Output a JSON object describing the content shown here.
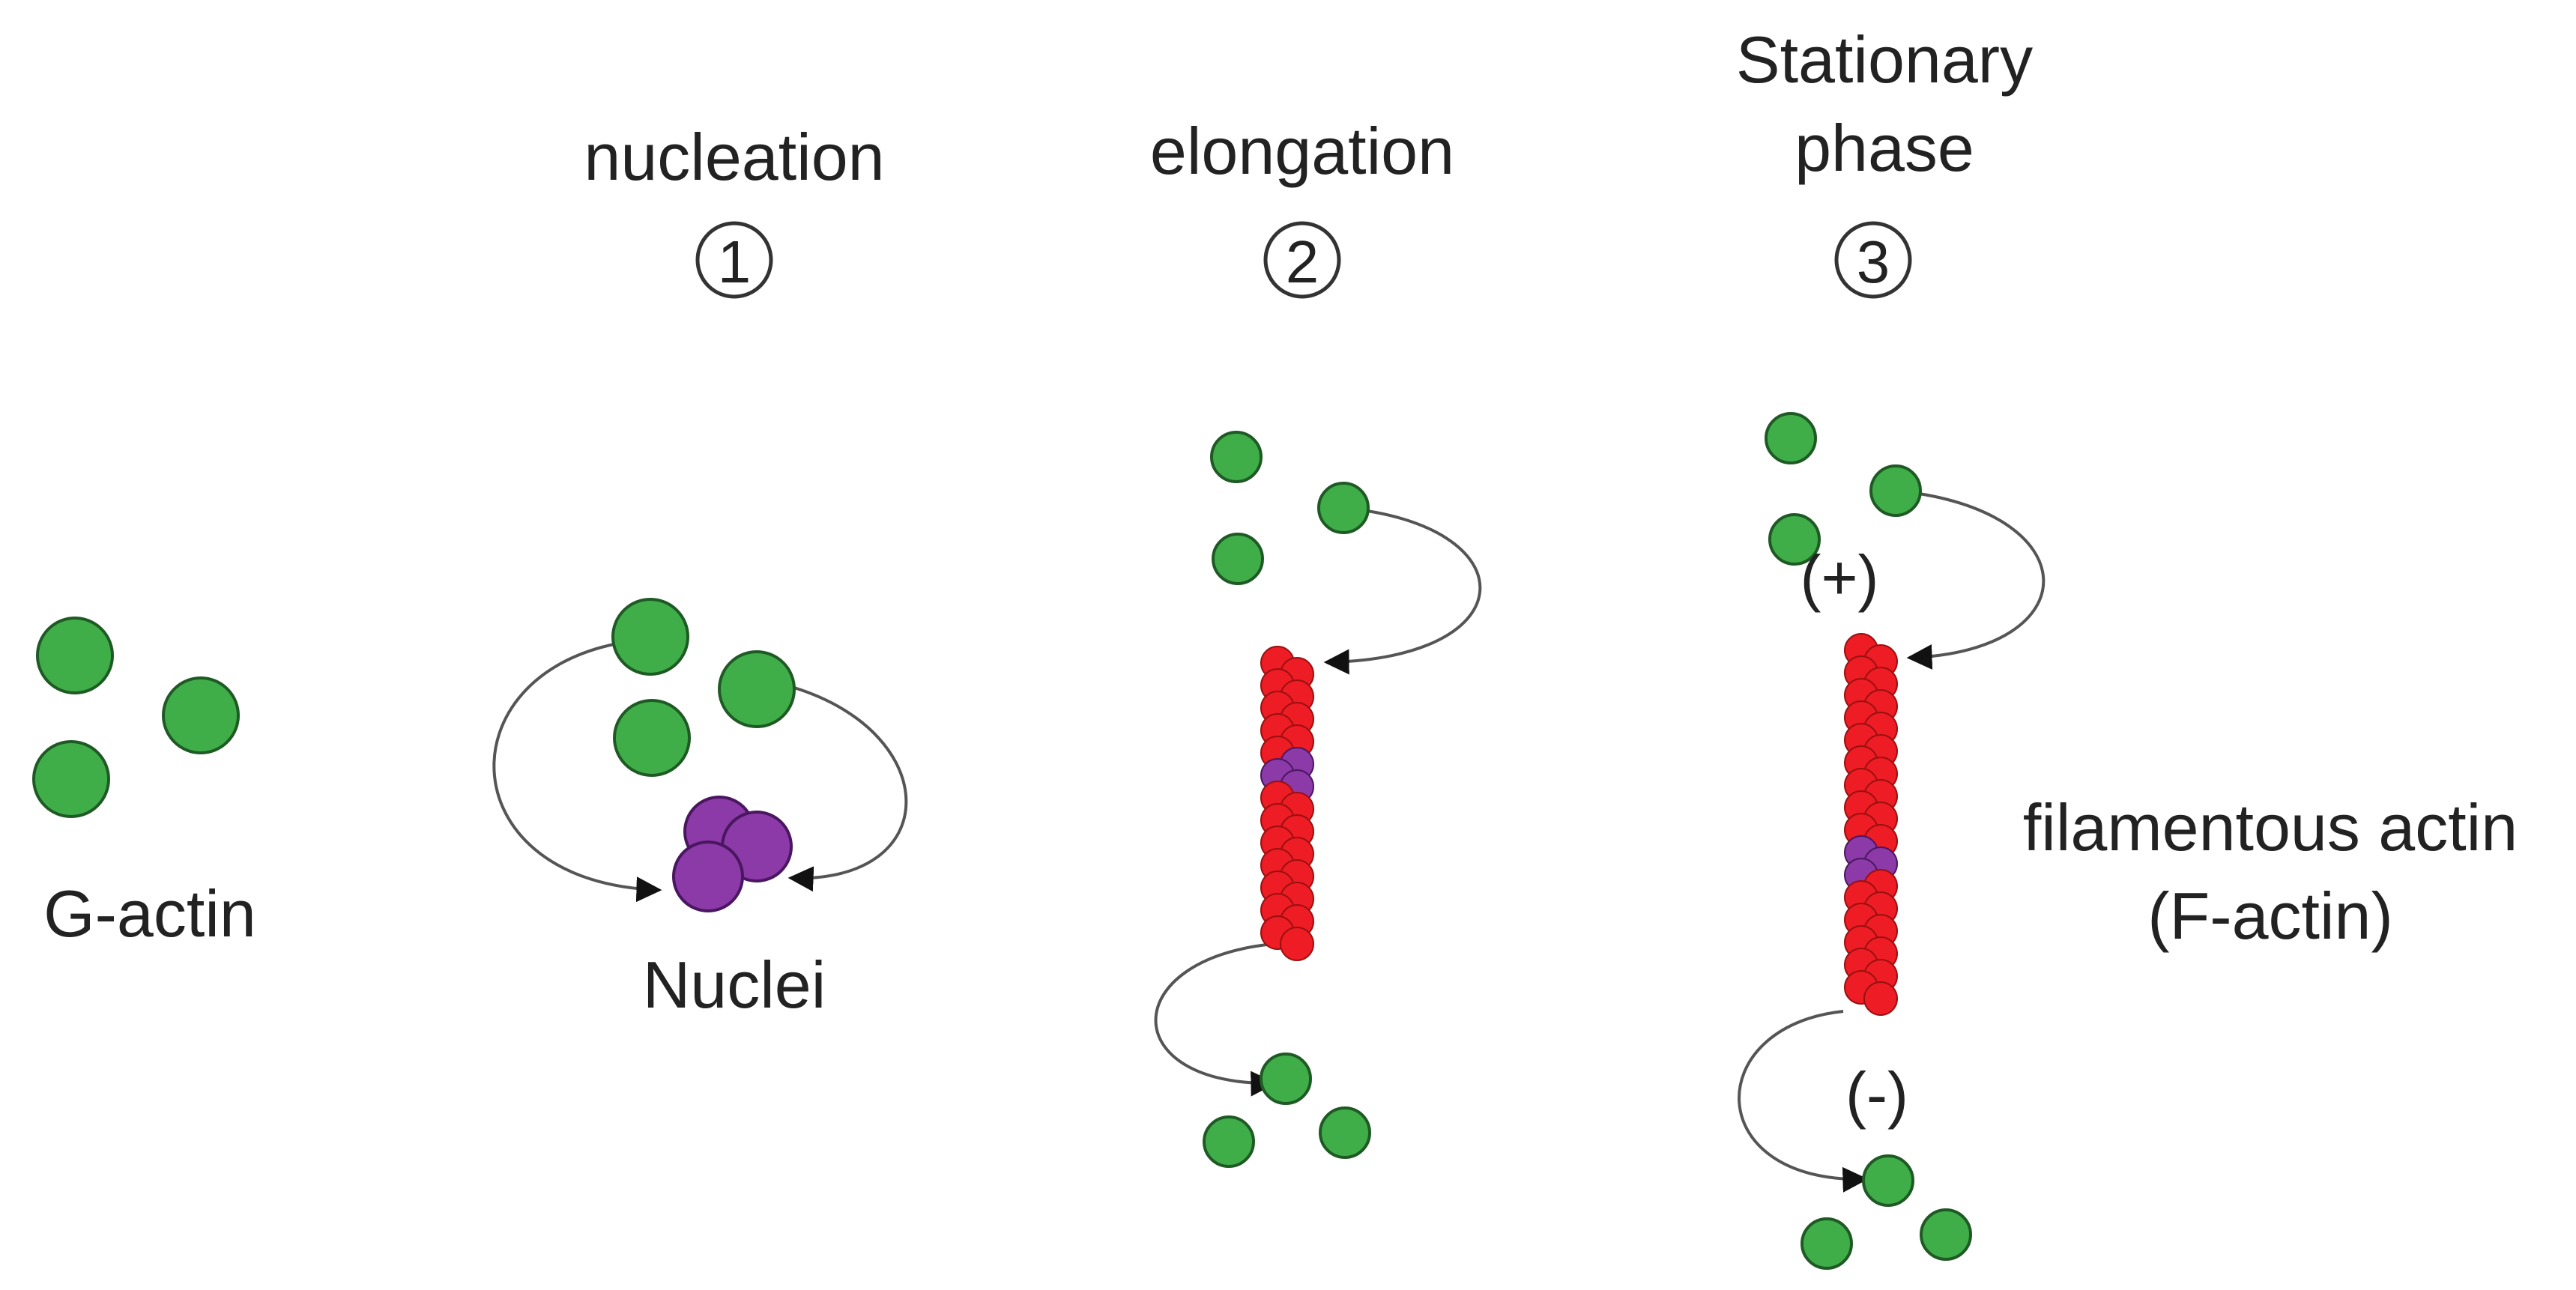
{
  "labels": {
    "g_actin": "G-actin",
    "nuclei": "Nuclei",
    "f_actin_line1": "filamentous actin",
    "f_actin_line2": "(F-actin)",
    "plus_end": "(+)",
    "minus_end": "(-)"
  },
  "stages": [
    {
      "title_lines": [
        "nucleation"
      ],
      "number": "1"
    },
    {
      "title_lines": [
        "elongation"
      ],
      "number": "2"
    },
    {
      "title_lines": [
        "Stationary",
        "phase"
      ],
      "number": "3"
    }
  ],
  "colors": {
    "g_actin_fill": "#3fae49",
    "g_actin_stroke": "#1f5a25",
    "filament_fill": "#ee1c24",
    "filament_stroke": "#9a1010",
    "nucleus_fill": "#8b3aa8",
    "nucleus_stroke": "#4a1660",
    "arrow": "#555555"
  }
}
